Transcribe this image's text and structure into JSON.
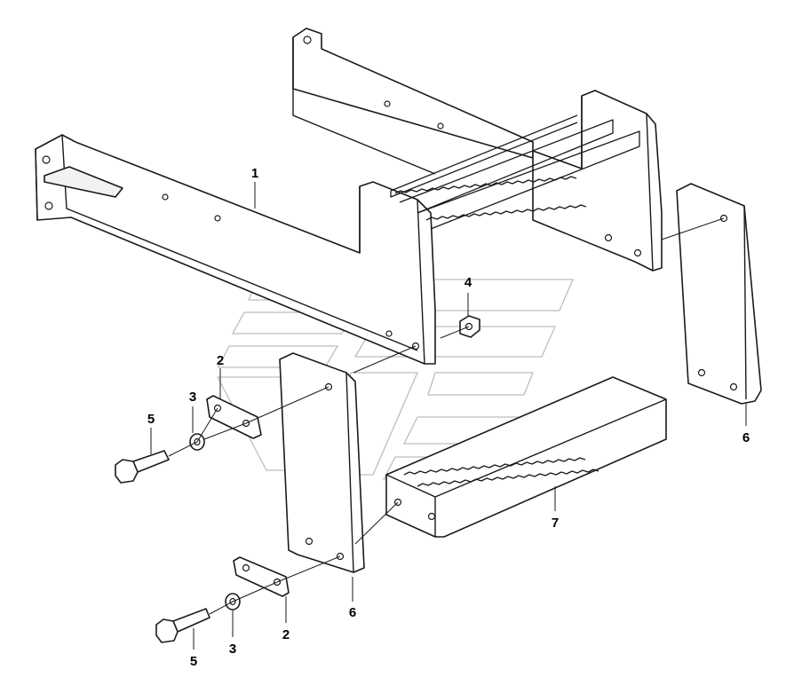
{
  "callouts": [
    {
      "id": "c1",
      "label": "1"
    },
    {
      "id": "c2a",
      "label": "2"
    },
    {
      "id": "c2b",
      "label": "2"
    },
    {
      "id": "c3a",
      "label": "3"
    },
    {
      "id": "c3b",
      "label": "3"
    },
    {
      "id": "c4",
      "label": "4"
    },
    {
      "id": "c5a",
      "label": "5"
    },
    {
      "id": "c5b",
      "label": "5"
    },
    {
      "id": "c6a",
      "label": "6"
    },
    {
      "id": "c6b",
      "label": "6"
    },
    {
      "id": "c7",
      "label": "7"
    }
  ],
  "colors": {
    "line": "#1a1a1a",
    "watermark": "#bdbdbd",
    "background": "#ffffff"
  }
}
